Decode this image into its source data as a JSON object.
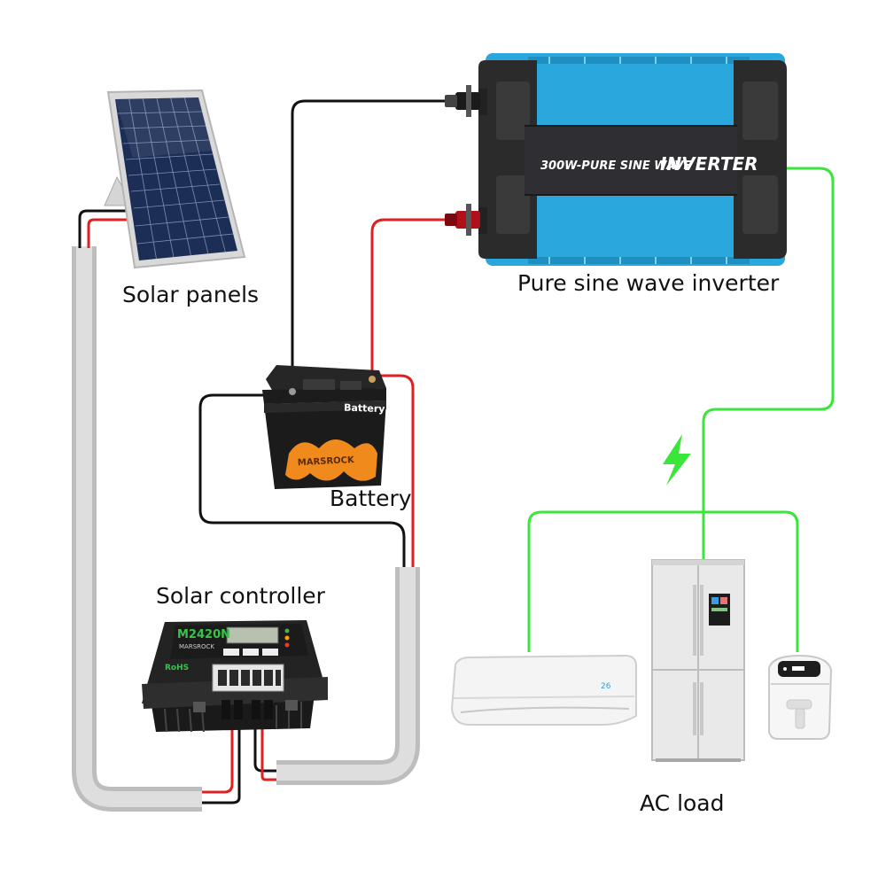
{
  "labels": {
    "solar_panels": "Solar panels",
    "inverter": "Pure sine wave inverter",
    "battery": "Battery",
    "solar_controller": "Solar controller",
    "ac_load": "AC load"
  },
  "inverter": {
    "face_text": "300W-PURE SINE WAVE",
    "face_text_big": "INVERTER",
    "body_color": "#2aa7dc"
  },
  "battery": {
    "top_label": "Battery",
    "brand": "MARSROCK"
  },
  "controller": {
    "model": "M2420N",
    "brand": "MARSROCK",
    "rohs": "RoHS"
  },
  "appliances": {
    "ac_display": "26"
  },
  "colors": {
    "wire_red": "#e02020",
    "wire_black": "#111111",
    "ac_green": "#39e639",
    "conduit": "#cfcfcf"
  }
}
